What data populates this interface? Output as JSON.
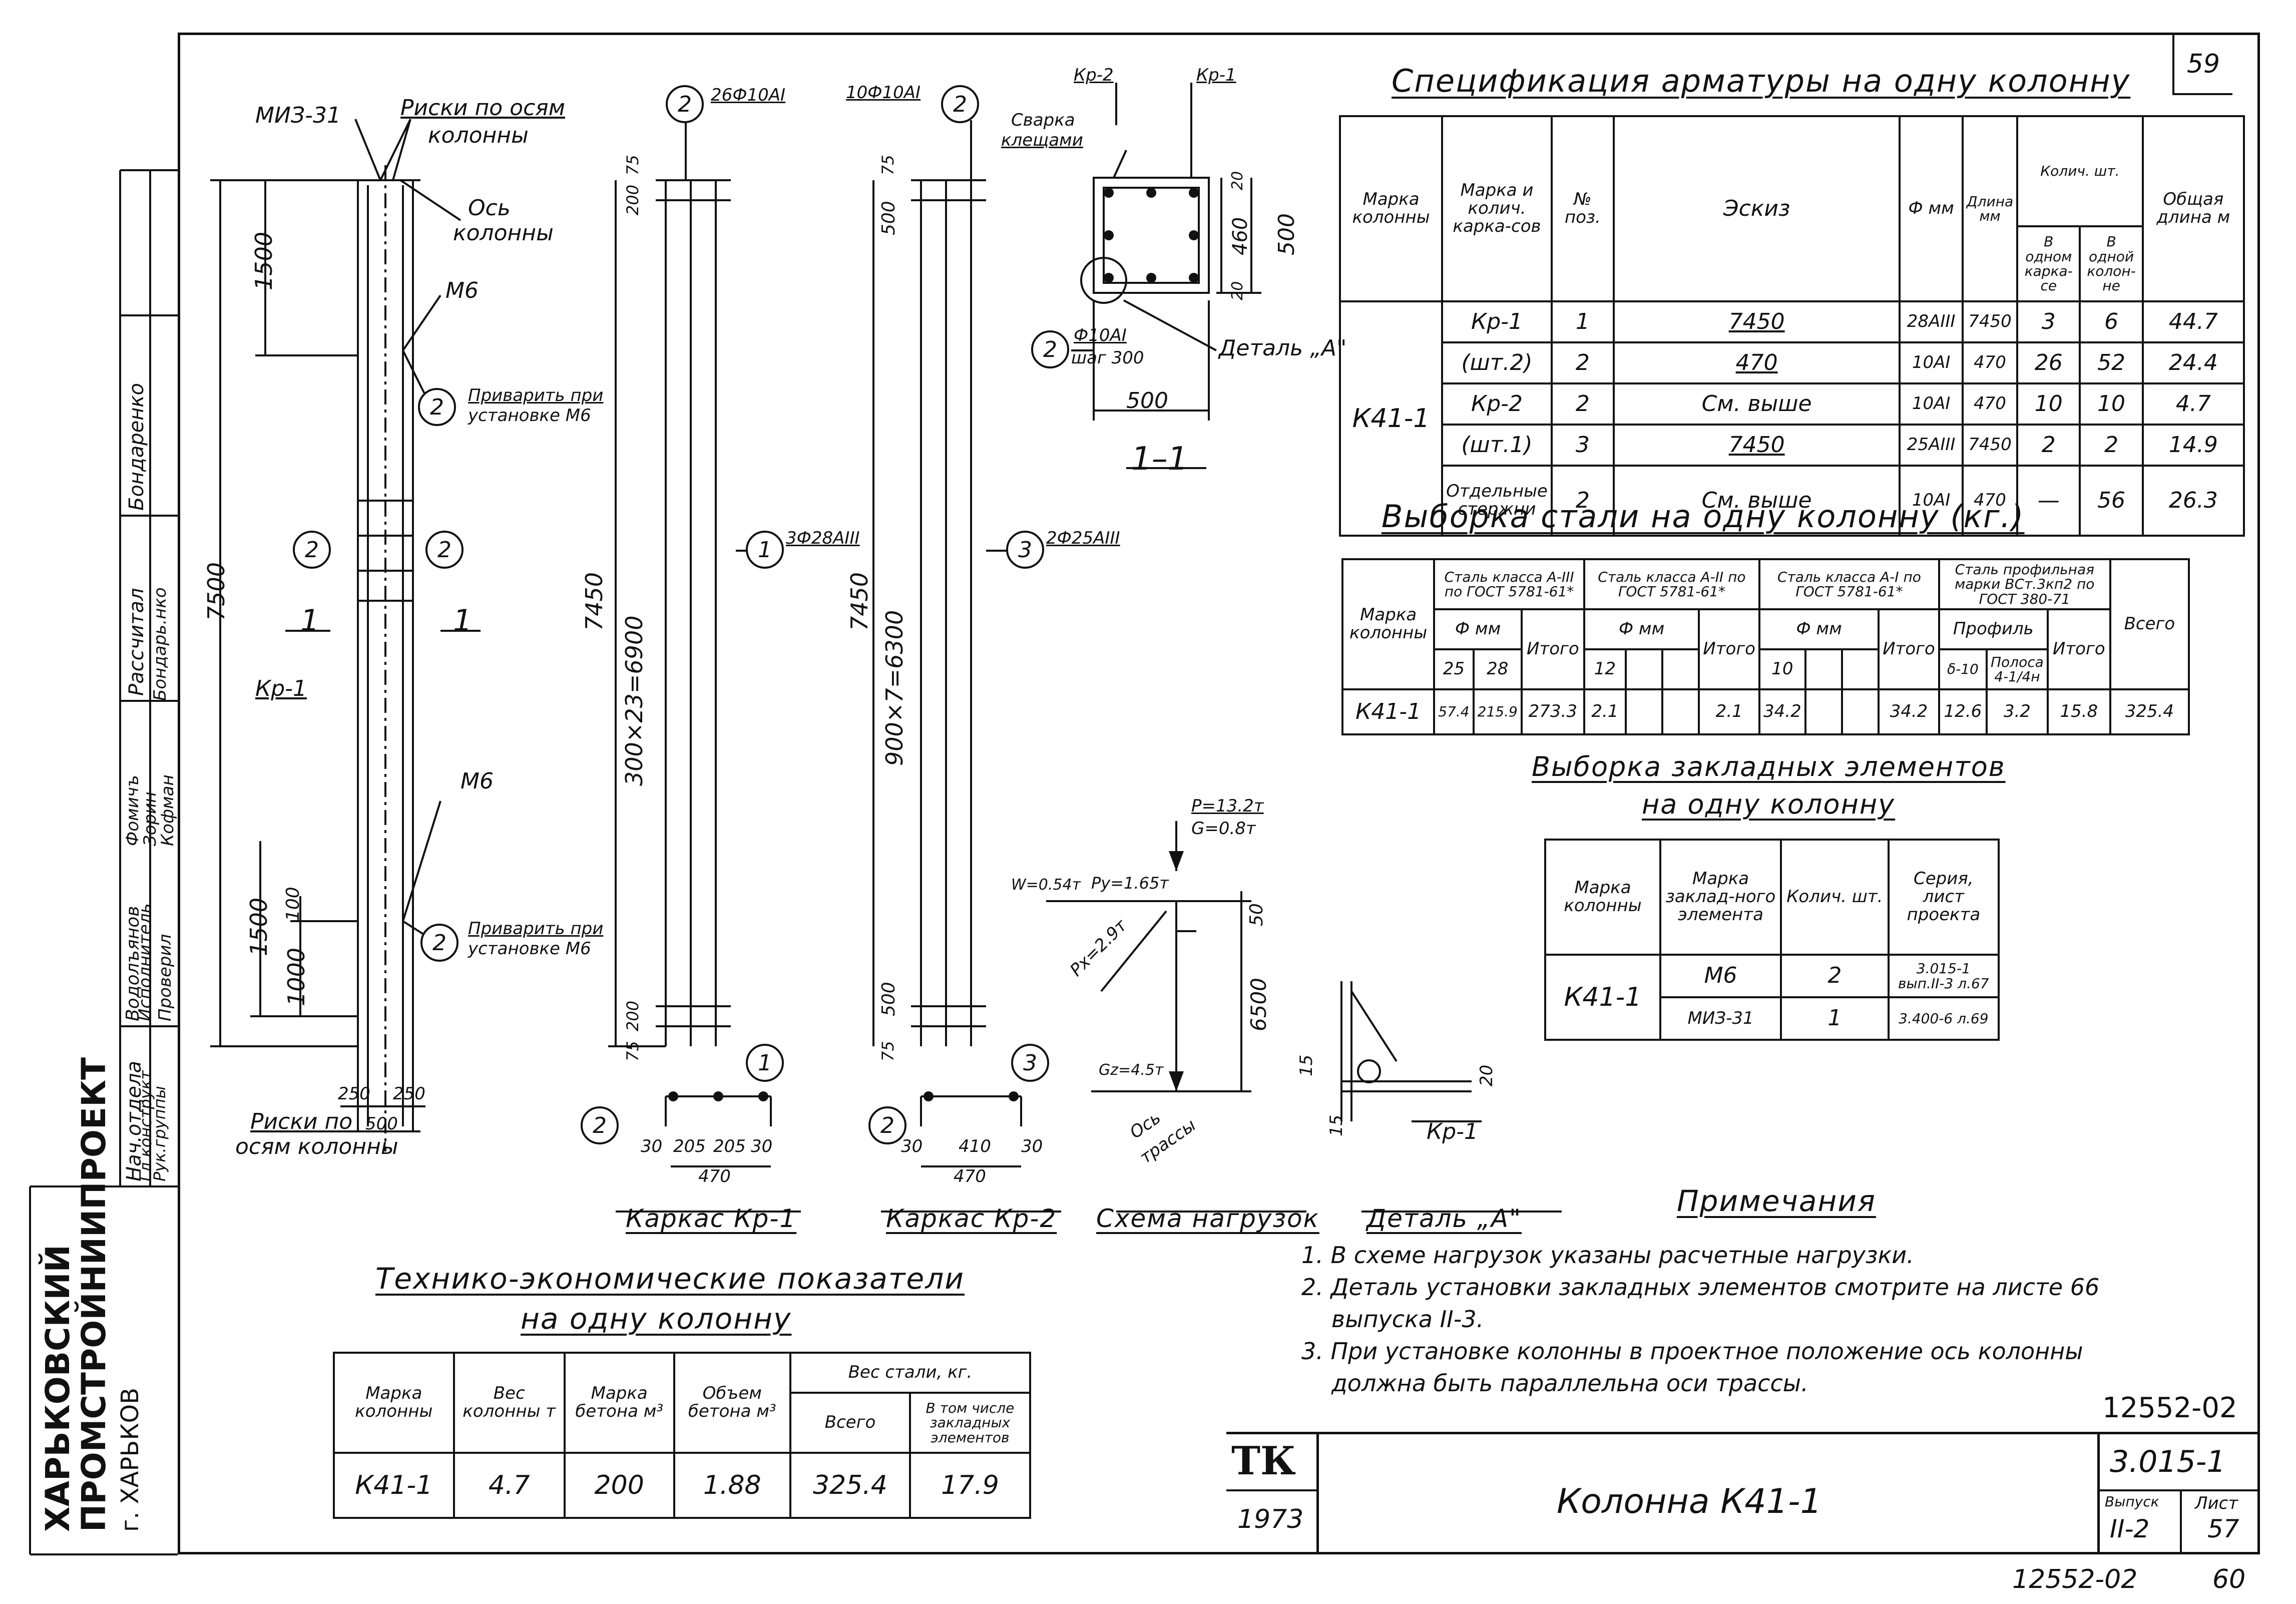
{
  "sheet": {
    "page_number": "59",
    "doc_code_top": "12552-02",
    "series": "3.015-1",
    "issue_label": "Выпуск",
    "issue_value": "II-2",
    "sheet_label": "Лист",
    "sheet_value": "57",
    "tk_logo": "ТК",
    "year": "1973",
    "drawing_title": "Колонна К41-1",
    "bottom_code": "12552-02",
    "bottom_page": "60"
  },
  "company": {
    "line1": "ХАРЬКОВСКИЙ",
    "line2": "ПРОМСТРОЙНИИПРОЕКТ",
    "line3": "г. ХАРЬКОВ"
  },
  "side_stamp": {
    "roles": [
      "Нач.отдела",
      "Гл.конструкт.",
      "Рук.группы",
      "Исполнитель",
      "Проверил"
    ],
    "names": [
      "Водолъянов",
      "Фомичъ",
      "Зорин",
      "Кофман",
      "Бондарь.нко"
    ],
    "extra": [
      "Рассчитал",
      "Бондаренко"
    ]
  },
  "spec": {
    "title": "Спецификация арматуры на одну колонну",
    "headers": {
      "mark": "Марка колонны",
      "frame": "Марка и колич. карка-сов",
      "pos": "№ поз.",
      "sketch": "Эскиз",
      "diam": "Ф мм",
      "len": "Длина мм",
      "qty": "Колич. шт.",
      "qty_frame": "В одном карка-се",
      "qty_col": "В одной колон-не",
      "total": "Общая длина м"
    },
    "column_mark": "К41-1",
    "rows": [
      {
        "frame": "Кр-1",
        "pos": "1",
        "sketch": "7450",
        "diam": "28АIII",
        "len": "7450",
        "qf": "3",
        "qc": "6",
        "total": "44.7"
      },
      {
        "frame": "(шт.2)",
        "pos": "2",
        "sketch": "470",
        "diam": "10АI",
        "len": "470",
        "qf": "26",
        "qc": "52",
        "total": "24.4"
      },
      {
        "frame": "Кр-2",
        "pos": "2",
        "sketch": "См. выше",
        "diam": "10АI",
        "len": "470",
        "qf": "10",
        "qc": "10",
        "total": "4.7"
      },
      {
        "frame": "(шт.1)",
        "pos": "3",
        "sketch": "7450",
        "diam": "25АIII",
        "len": "7450",
        "qf": "2",
        "qc": "2",
        "total": "14.9"
      },
      {
        "frame": "Отдельные стержни",
        "pos": "2",
        "sketch": "См. выше",
        "diam": "10АI",
        "len": "470",
        "qf": "—",
        "qc": "56",
        "total": "26.3"
      }
    ]
  },
  "steel": {
    "title": "Выборка стали на одну колонну (кг.)",
    "mark_header": "Марка колонны",
    "g1": "Сталь класса А-III по ГОСТ 5781-61*",
    "g2": "Сталь класса А-II по ГОСТ 5781-61*",
    "g3": "Сталь класса А-I по ГОСТ 5781-61*",
    "g4": "Сталь профильная марки ВСт.3кп2 по ГОСТ 380-71",
    "phi": "Ф мм",
    "profile": "Профиль",
    "itogo": "Итого",
    "vsego": "Всего",
    "d1": "25",
    "d2": "28",
    "d3": "12",
    "d4": "10",
    "p1": "δ-10",
    "p2": "Полоса 4-1/4н",
    "row": {
      "mark": "К41-1",
      "v25": "57.4",
      "v28": "215.9",
      "it1": "273.3",
      "v12": "2.1",
      "it2": "2.1",
      "v10": "34.2",
      "it3": "34.2",
      "pr1": "12.6",
      "pr2": "3.2",
      "it4": "15.8",
      "total": "325.4"
    }
  },
  "embedded": {
    "title1": "Выборка закладных элементов",
    "title2": "на одну колонну",
    "h_mark": "Марка колонны",
    "h_el": "Марка заклад-ного элемента",
    "h_qty": "Колич. шт.",
    "h_series": "Серия, лист проекта",
    "column_mark": "К41-1",
    "rows": [
      {
        "el": "М6",
        "qty": "2",
        "series": "3.015-1 вып.II-3 л.67"
      },
      {
        "el": "МИЗ-31",
        "qty": "1",
        "series": "3.400-6 л.69"
      }
    ]
  },
  "tech": {
    "title1": "Технико-экономические показатели",
    "title2": "на одну колонну",
    "h_mark": "Марка колонны",
    "h_weight": "Вес колонны т",
    "h_concrete": "Марка бетона м³",
    "h_volume": "Объем бетона м³",
    "h_steel": "Вес стали, кг.",
    "h_all": "Всего",
    "h_incl": "В том числе закладных элементов",
    "row": {
      "mark": "К41-1",
      "weight": "4.7",
      "concrete": "200",
      "volume": "1.88",
      "steel": "325.4",
      "incl": "17.9"
    }
  },
  "notes": {
    "title": "Примечания",
    "items": [
      "1. В схеме нагрузок указаны расчетные нагрузки.",
      "2. Деталь установки закладных элементов смотрите на листе 66",
      "выпуска II-3.",
      "3. При установке колонны в проектное положение ось колонны",
      "должна быть параллельна оси трассы."
    ]
  },
  "drawing": {
    "miz": "МИЗ-31",
    "riski_top1": "Риски по осям",
    "riski_top2": "колонны",
    "os1": "Ось",
    "os2": "колонны",
    "m6": "М6",
    "m6b": "М6",
    "weld1a": "Приварить при",
    "weld1b": "установке М6",
    "weld2a": "Приварить при",
    "weld2b": "установке М6",
    "kr1": "Кр-1",
    "riski_bot1": "Риски по",
    "riski_bot2": "осям колонны",
    "sec1": "1",
    "sec2": "1",
    "d1500a": "1500",
    "d7500": "7500",
    "d1500b": "1500",
    "d1000": "1000",
    "d100": "100",
    "d250a": "250",
    "d250b": "250",
    "d500": "500",
    "f26": "26Ф10АI",
    "f10": "10Ф10АI",
    "f3": "3Ф28АIII",
    "f2": "2Ф25АIII",
    "k7450a": "7450",
    "k7450b": "7450",
    "k300": "300×23=6900",
    "k900": "900×7=6300",
    "k75a": "75",
    "k200a": "200",
    "k200b": "200",
    "k75b": "75",
    "k75c": "75",
    "k500a": "500",
    "k500b": "500",
    "k75d": "75",
    "kr1_title": "Каркас Кр-1",
    "kr2_title": "Каркас Кр-2",
    "kr1_d": [
      "30",
      "205",
      "205",
      "30"
    ],
    "kr1_w": "470",
    "kr2_d": [
      "30",
      "410",
      "30"
    ],
    "kr2_w": "470",
    "sec_kr2": "Кр-2",
    "sec_kr1": "Кр-1",
    "svarka1": "Сварка",
    "svarka2": "клещами",
    "phi_step1": "Ф10АI",
    "phi_step2": "шаг 300",
    "detail_a": "Деталь „А\"",
    "sec_500w": "500",
    "sec_500h": "500",
    "sec_460": "460",
    "sec_20a": "20",
    "sec_20b": "20",
    "sec_title": "1–1",
    "load_title": "Схема нагрузок",
    "load_p": "P=13.2т",
    "load_g": "G=0.8т",
    "load_w": "W=0.54т",
    "load_py": "Py=1.65т",
    "load_px": "Px=2.9т",
    "load_gz": "Gz=4.5т",
    "load_os1": "Ось",
    "load_os2": "трассы",
    "load_50": "50",
    "load_6500": "6500",
    "detail_title": "Деталь „А\"",
    "det_15a": "15",
    "det_15b": "15",
    "det_20": "20",
    "det_kr1": "Кр-1"
  },
  "circles": [
    "1",
    "2",
    "3"
  ]
}
